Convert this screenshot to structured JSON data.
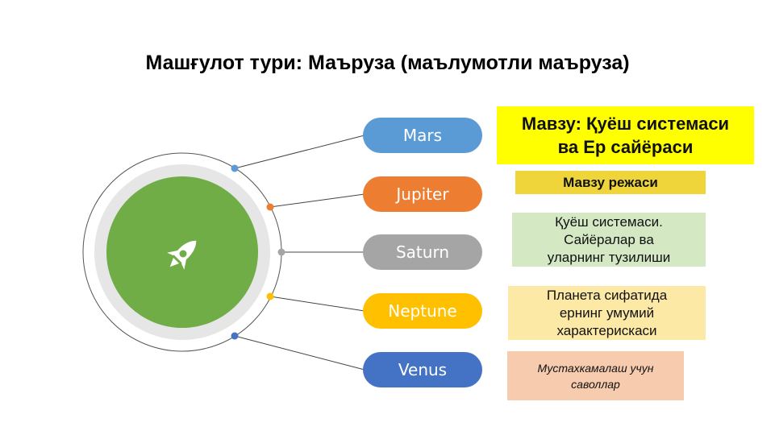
{
  "header": {
    "title": "Машғулот тури: Маъруза (маълумотли маъруза)"
  },
  "icons": {
    "center": "rocket-icon"
  },
  "planets": [
    {
      "label": "Mars",
      "color": "#5b9bd5"
    },
    {
      "label": "Jupiter",
      "color": "#ed7d31"
    },
    {
      "label": "Saturn",
      "color": "#a5a5a5"
    },
    {
      "label": "Neptune",
      "color": "#ffc000"
    },
    {
      "label": "Venus",
      "color": "#4472c4"
    }
  ],
  "colors": {
    "center_circle": "#70ad47",
    "ring": "#e6e6e6"
  },
  "topic": {
    "line1": "Мавзу: Қуёш системаси",
    "line2": "ва  Ер сайёраси"
  },
  "plan": {
    "title": "Мавзу режаси"
  },
  "items": [
    {
      "lines": [
        "Қуёш системаси.",
        "Сайёралар ва",
        "уларнинг тузилиши"
      ]
    },
    {
      "lines": [
        "Планета сифатида",
        "ернинг умумий",
        "характерискаси"
      ]
    },
    {
      "lines": [
        "Мустахкамалаш учун",
        "саволлар"
      ]
    }
  ]
}
